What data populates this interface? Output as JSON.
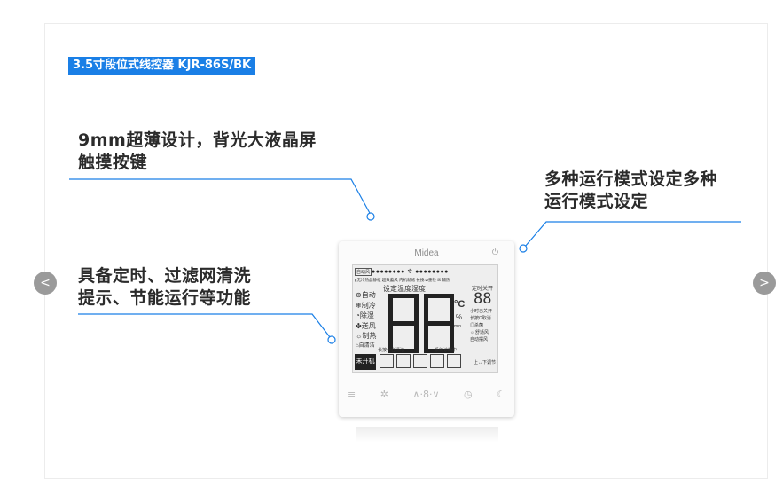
{
  "title_tag": "3.5寸段位式线控器 KJR-86S/BK",
  "features": {
    "top_left": [
      "9mm超薄设计，背光大液晶屏",
      "触摸按键"
    ],
    "right": [
      "多种运行模式设定多种",
      "运行模式设定"
    ],
    "bottom_left": [
      "具备定时、过滤网清洗",
      "提示、节能运行等功能"
    ]
  },
  "nav": {
    "prev": "<",
    "next": ">"
  },
  "device": {
    "brand": "Midea",
    "power_icon": "power-icon",
    "lcd": {
      "auto_wind": "自动风",
      "dots": "●●●●●●●● ✲ ●●●●●●●●",
      "top_row": "▮无冷热晶静枢 超效蓄风 内机就绪 长按:Ω重检 ☒ 辅热",
      "setting_label": "设定温度湿度",
      "timer_label": "定时关开",
      "modes": [
        "⊛自动",
        "❄制冷",
        "◔除湿",
        "✤送风",
        "☼制热",
        "⌂自清洁"
      ],
      "unit_c": "°C",
      "unit_pct": "%",
      "unit_min": "min",
      "small_digits": "88",
      "right_notes": [
        "小时己关开",
        "长按Ω取消",
        "◎杀菌",
        "☼ 舒适风",
        "自动摆风"
      ],
      "bottom_left_text": "长按一自清洁",
      "bottom_mid_text": "系统诊断中",
      "standby_label": "未开机",
      "bottom_right_text": "上↔下调节"
    },
    "buttons": [
      "≡",
      "✲",
      "∧·8·∨",
      "◷",
      "☾"
    ]
  },
  "colors": {
    "accent": "#1a7fe6",
    "nav": "#9a9a9a",
    "text": "#2b2b2b"
  }
}
